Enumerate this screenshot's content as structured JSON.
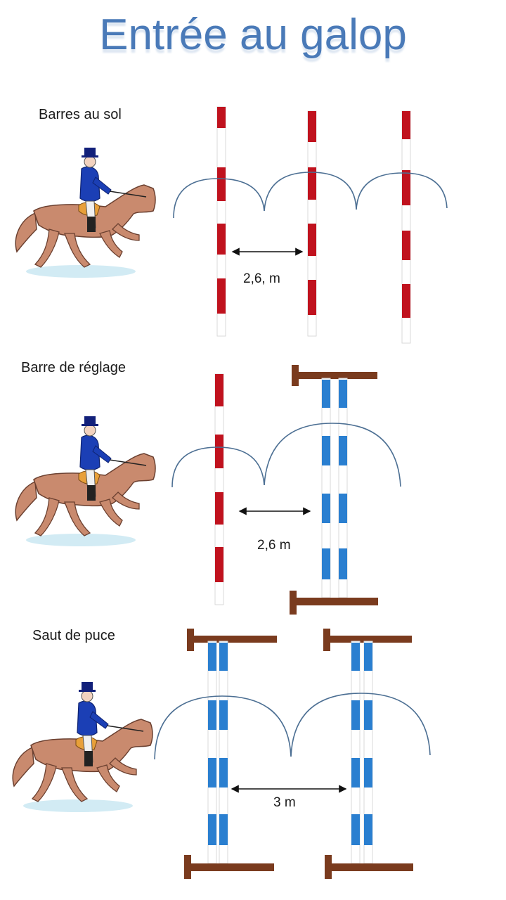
{
  "title": "Entrée au galop",
  "colors": {
    "title": "#4a7ab8",
    "red_pole": "#c0121e",
    "blue_pole": "#2a7fd0",
    "standard": "#7a3b1e",
    "arc": "#4c6f93",
    "horse": "#c98a6e",
    "rider_coat": "#1b3fb5"
  },
  "sections": [
    {
      "label": "Barres au sol",
      "distance": "2,6, m"
    },
    {
      "label": "Barre de réglage",
      "distance": "2,6 m"
    },
    {
      "label": "Saut de puce",
      "distance": "3 m"
    }
  ],
  "icons": [
    "horse-rider-icon",
    "double-arrow-icon"
  ]
}
